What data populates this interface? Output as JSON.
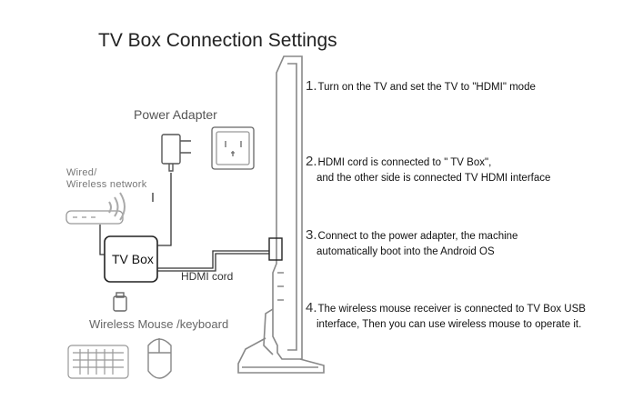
{
  "title": "TV Box Connection Settings",
  "labels": {
    "power_adapter": "Power Adapter",
    "network_line1": "Wired/",
    "network_line2": "Wireless network",
    "tv_box": "TV Box",
    "hdmi_cord": "HDMI cord",
    "mouse_keyboard": "Wireless Mouse /keyboard"
  },
  "steps": [
    {
      "num": "1.",
      "line1": "Turn on the TV and set the TV to \"HDMI\" mode",
      "line2": ""
    },
    {
      "num": "2.",
      "line1": "HDMI cord is connected to \" TV Box\",",
      "line2": "and the other side is connected TV HDMI interface"
    },
    {
      "num": "3.",
      "line1": "Connect to the power adapter, the machine",
      "line2": "automatically boot into the Android OS"
    },
    {
      "num": "4.",
      "line1": "The wireless mouse receiver is connected to TV  Box USB",
      "line2": "interface, Then you can use wireless mouse to operate it."
    }
  ],
  "icons": {
    "power_adapter": "power-plug-icon",
    "outlet": "wall-outlet-icon",
    "router": "router-icon",
    "wifi": "wifi-signal-icon",
    "usb_receiver": "usb-receiver-icon",
    "keyboard": "keyboard-icon",
    "mouse": "mouse-icon",
    "tv": "tv-side-view-icon"
  }
}
